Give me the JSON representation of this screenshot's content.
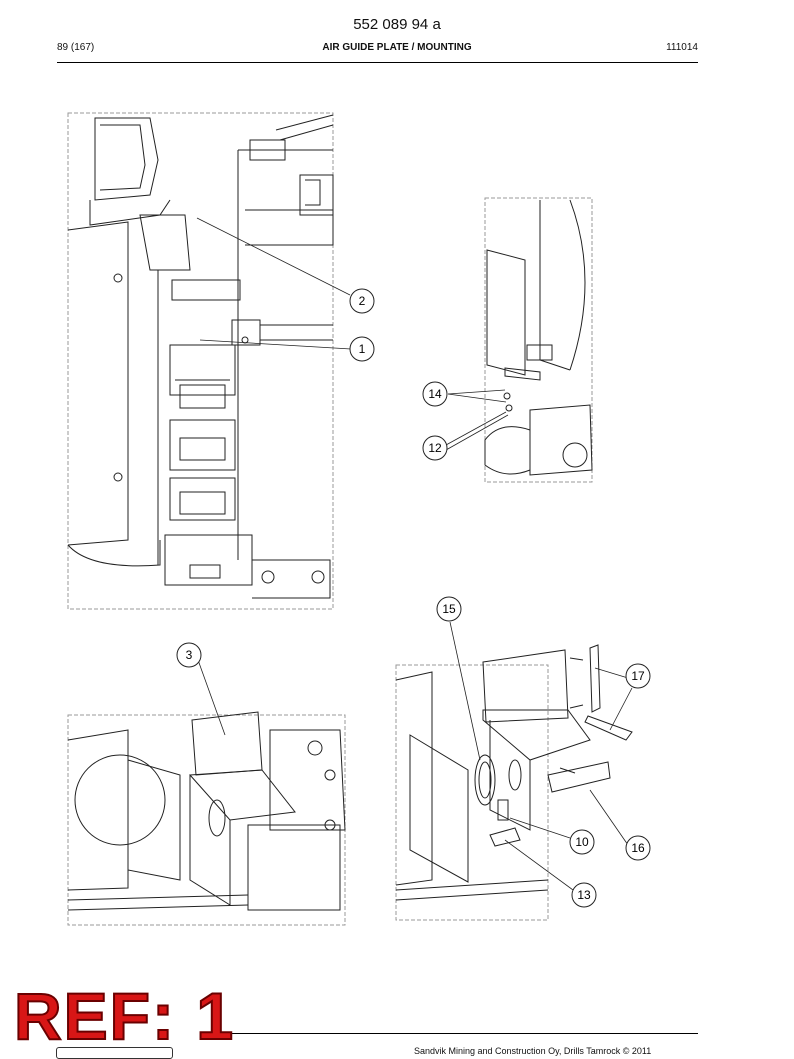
{
  "header": {
    "document_number": "552 089 94 a",
    "page": "89 (167)",
    "title": "AIR GUIDE PLATE / MOUNTING",
    "date": "111014"
  },
  "callouts": [
    "1",
    "2",
    "3",
    "10",
    "12",
    "13",
    "14",
    "15",
    "16",
    "17"
  ],
  "footer": {
    "copyright": "Sandvik Mining and Construction Oy, Drills Tamrock © 2011",
    "stamp": "REF: 1"
  }
}
